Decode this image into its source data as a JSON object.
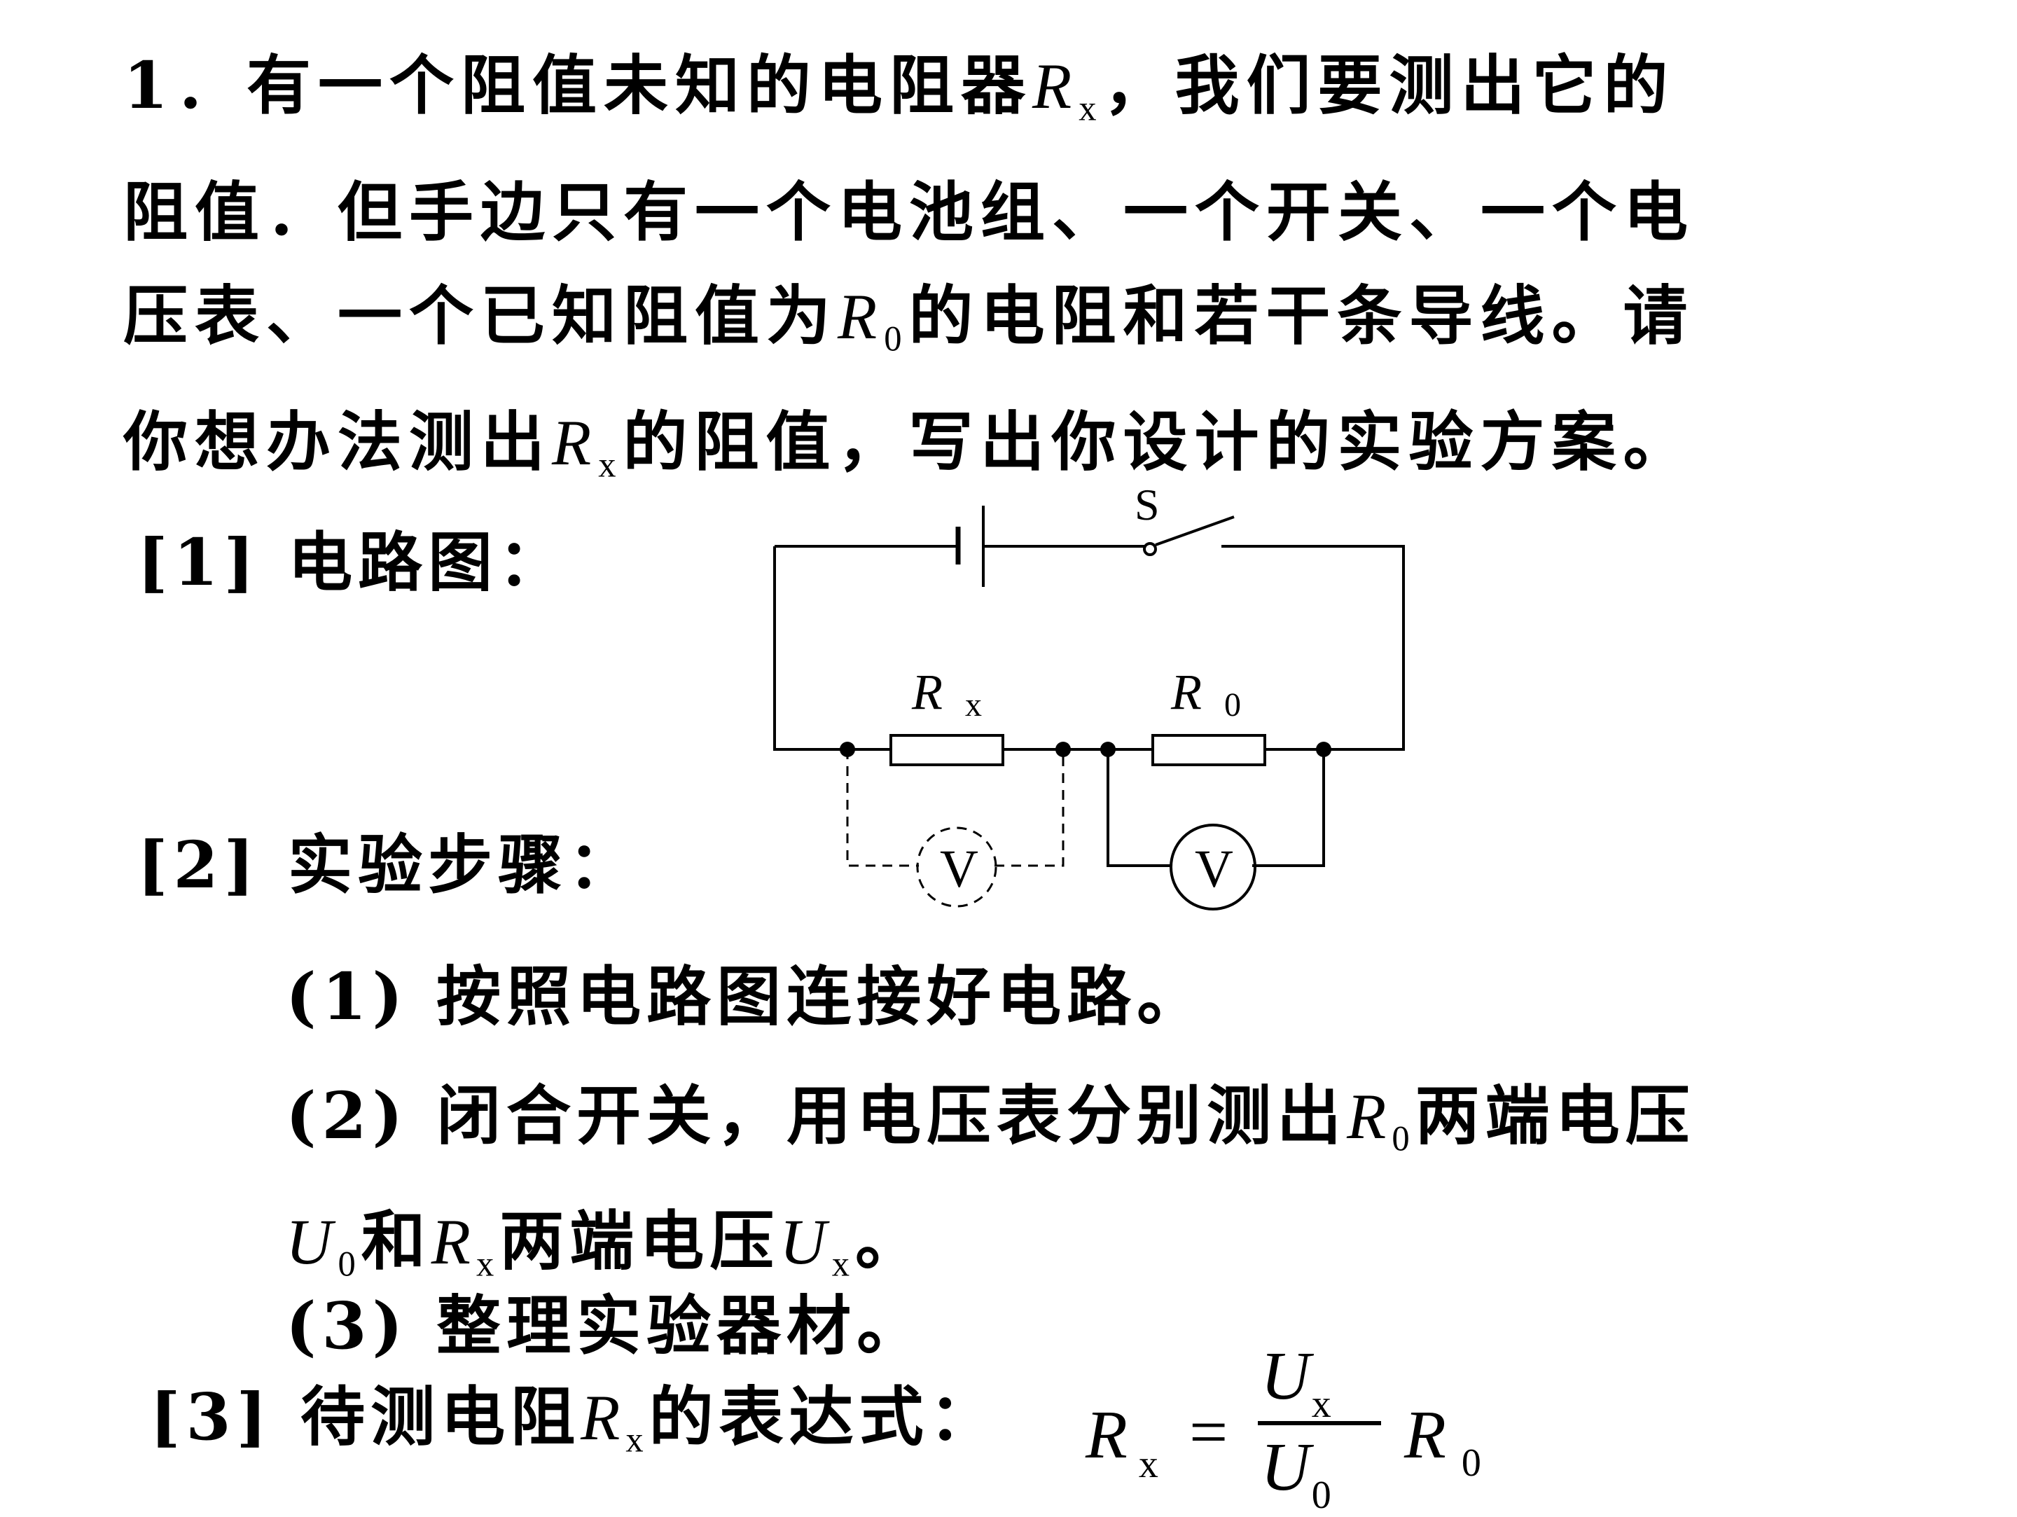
{
  "problem": {
    "line1_a": "1．有一个阻值未知的电阻器",
    "sym_R": "R",
    "sub_x": "x",
    "sub_0": "0",
    "line1_b": "，我们要测出它的",
    "line2": "阻值．但手边只有一个电池组、一个开关、一个电",
    "line3_a": "压表、一个已知阻值为",
    "line3_b": "的电阻和若干条导线。请",
    "line4_a": "你想办法测出",
    "line4_b": "的阻值，写出你设计的实验方案。"
  },
  "section1": {
    "label": "[1] 电路图："
  },
  "circuit": {
    "switch_label": "S",
    "rx_symbol": "R",
    "rx_sub": "x",
    "r0_symbol": "R",
    "r0_sub": "0",
    "voltmeter_label": "V",
    "voltmeter_positions": [
      "across Rx (dashed)",
      "across R0 (solid)"
    ]
  },
  "section2": {
    "label": "[2] 实验步骤：",
    "step1": "(1) 按照电路图连接好电路。",
    "step2_a": "(2) 闭合开关，用电压表分别测出",
    "step2_b": "两端电压",
    "sym_U": "U",
    "step2_c": "和",
    "step2_d": "两端电压",
    "step2_end": "。",
    "step3": "(3) 整理实验器材。"
  },
  "section3": {
    "label_a": "[3] 待测电阻",
    "label_b": "的表达式：",
    "formula": {
      "lhs": "R",
      "lhs_sub": "x",
      "equals": "=",
      "num": "U",
      "num_sub": "x",
      "den": "U",
      "den_sub": "0",
      "rhs": "R",
      "rhs_sub": "0"
    }
  }
}
